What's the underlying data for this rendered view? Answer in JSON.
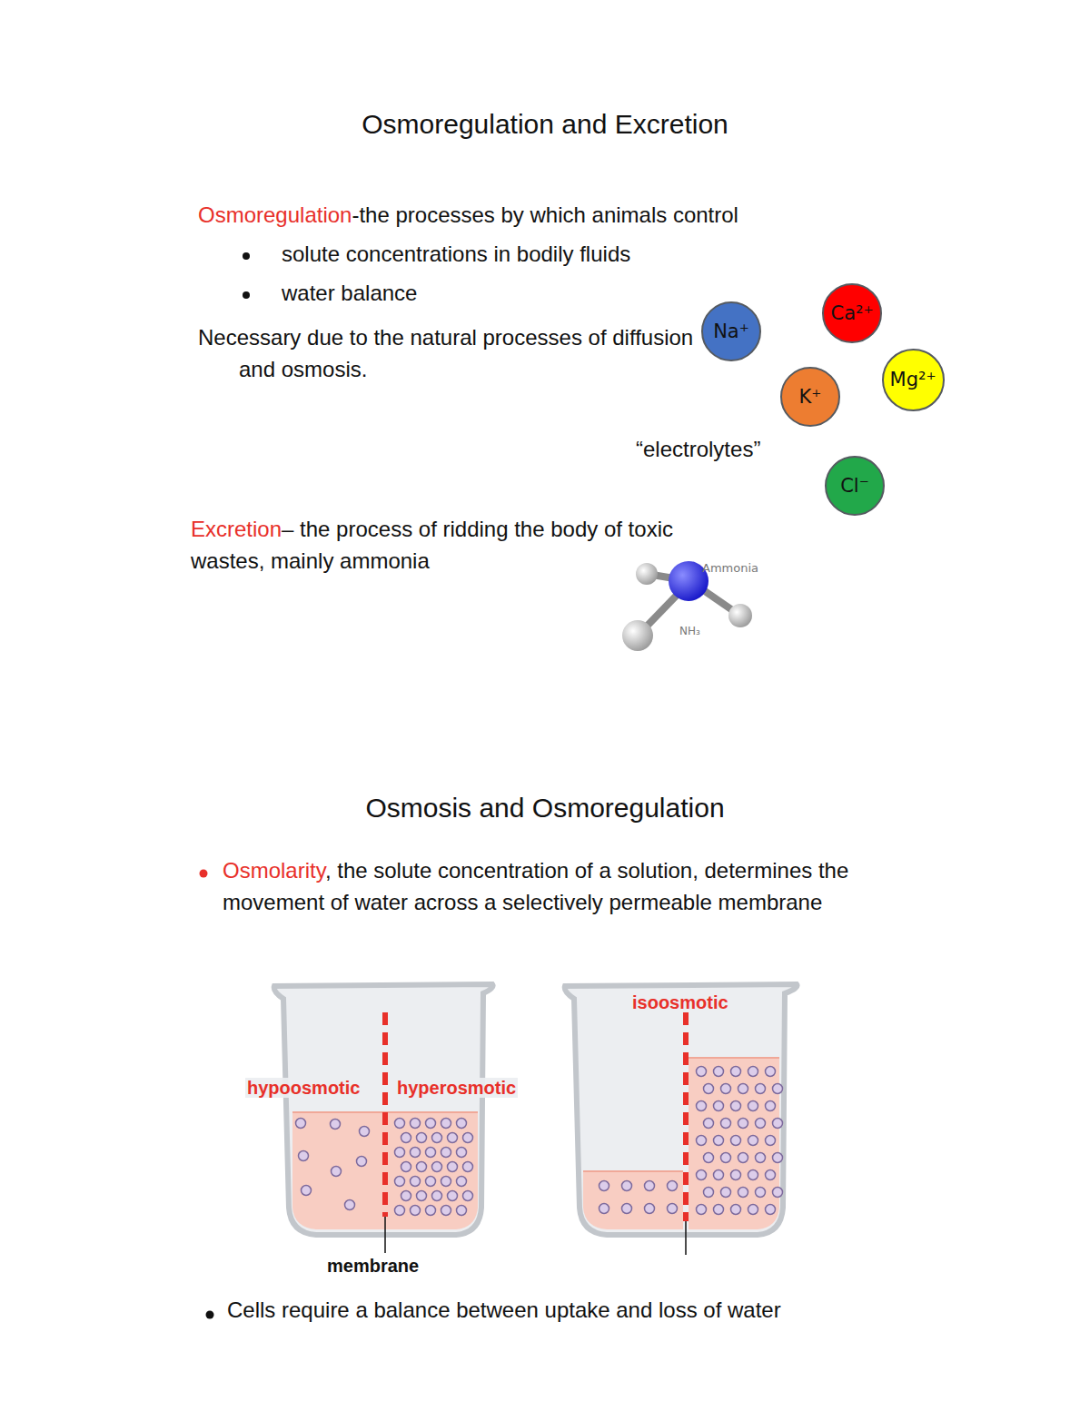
{
  "diagram": {
    "title": "Osmoregulation and Excretion",
    "nodes": [
      {
        "text": [
          "Na⁺"
        ]
      },
      {
        "text": [
          "Ca²⁺"
        ]
      },
      {
        "text": [
          "Mg²⁺"
        ]
      },
      {
        "text": [
          "K⁺"
        ]
      },
      {
        "text": [
          "Cl⁻"
        ]
      }
    ],
    "labels": [
      "Osmoregulation",
      "-the processes by which animals control",
      "solute concentrations in bodily fluids",
      "water balance",
      "Necessary due to the natural processes of diffusion and osmosis.",
      "“electrolytes”",
      "Excretion",
      "– the process of ridding the body of toxic wastes, mainly ammonia",
      "Ammonia",
      "NH₃",
      "Osmosis and Osmoregulation",
      "Osmolarity",
      ", the solute concentration of a solution, determines the movement of water across a selectively permeable membrane",
      "hypoosmotic",
      "hyperosmotic",
      "isoosmotic",
      "membrane",
      "Cells require a balance between uptake and loss of water"
    ]
  }
}
